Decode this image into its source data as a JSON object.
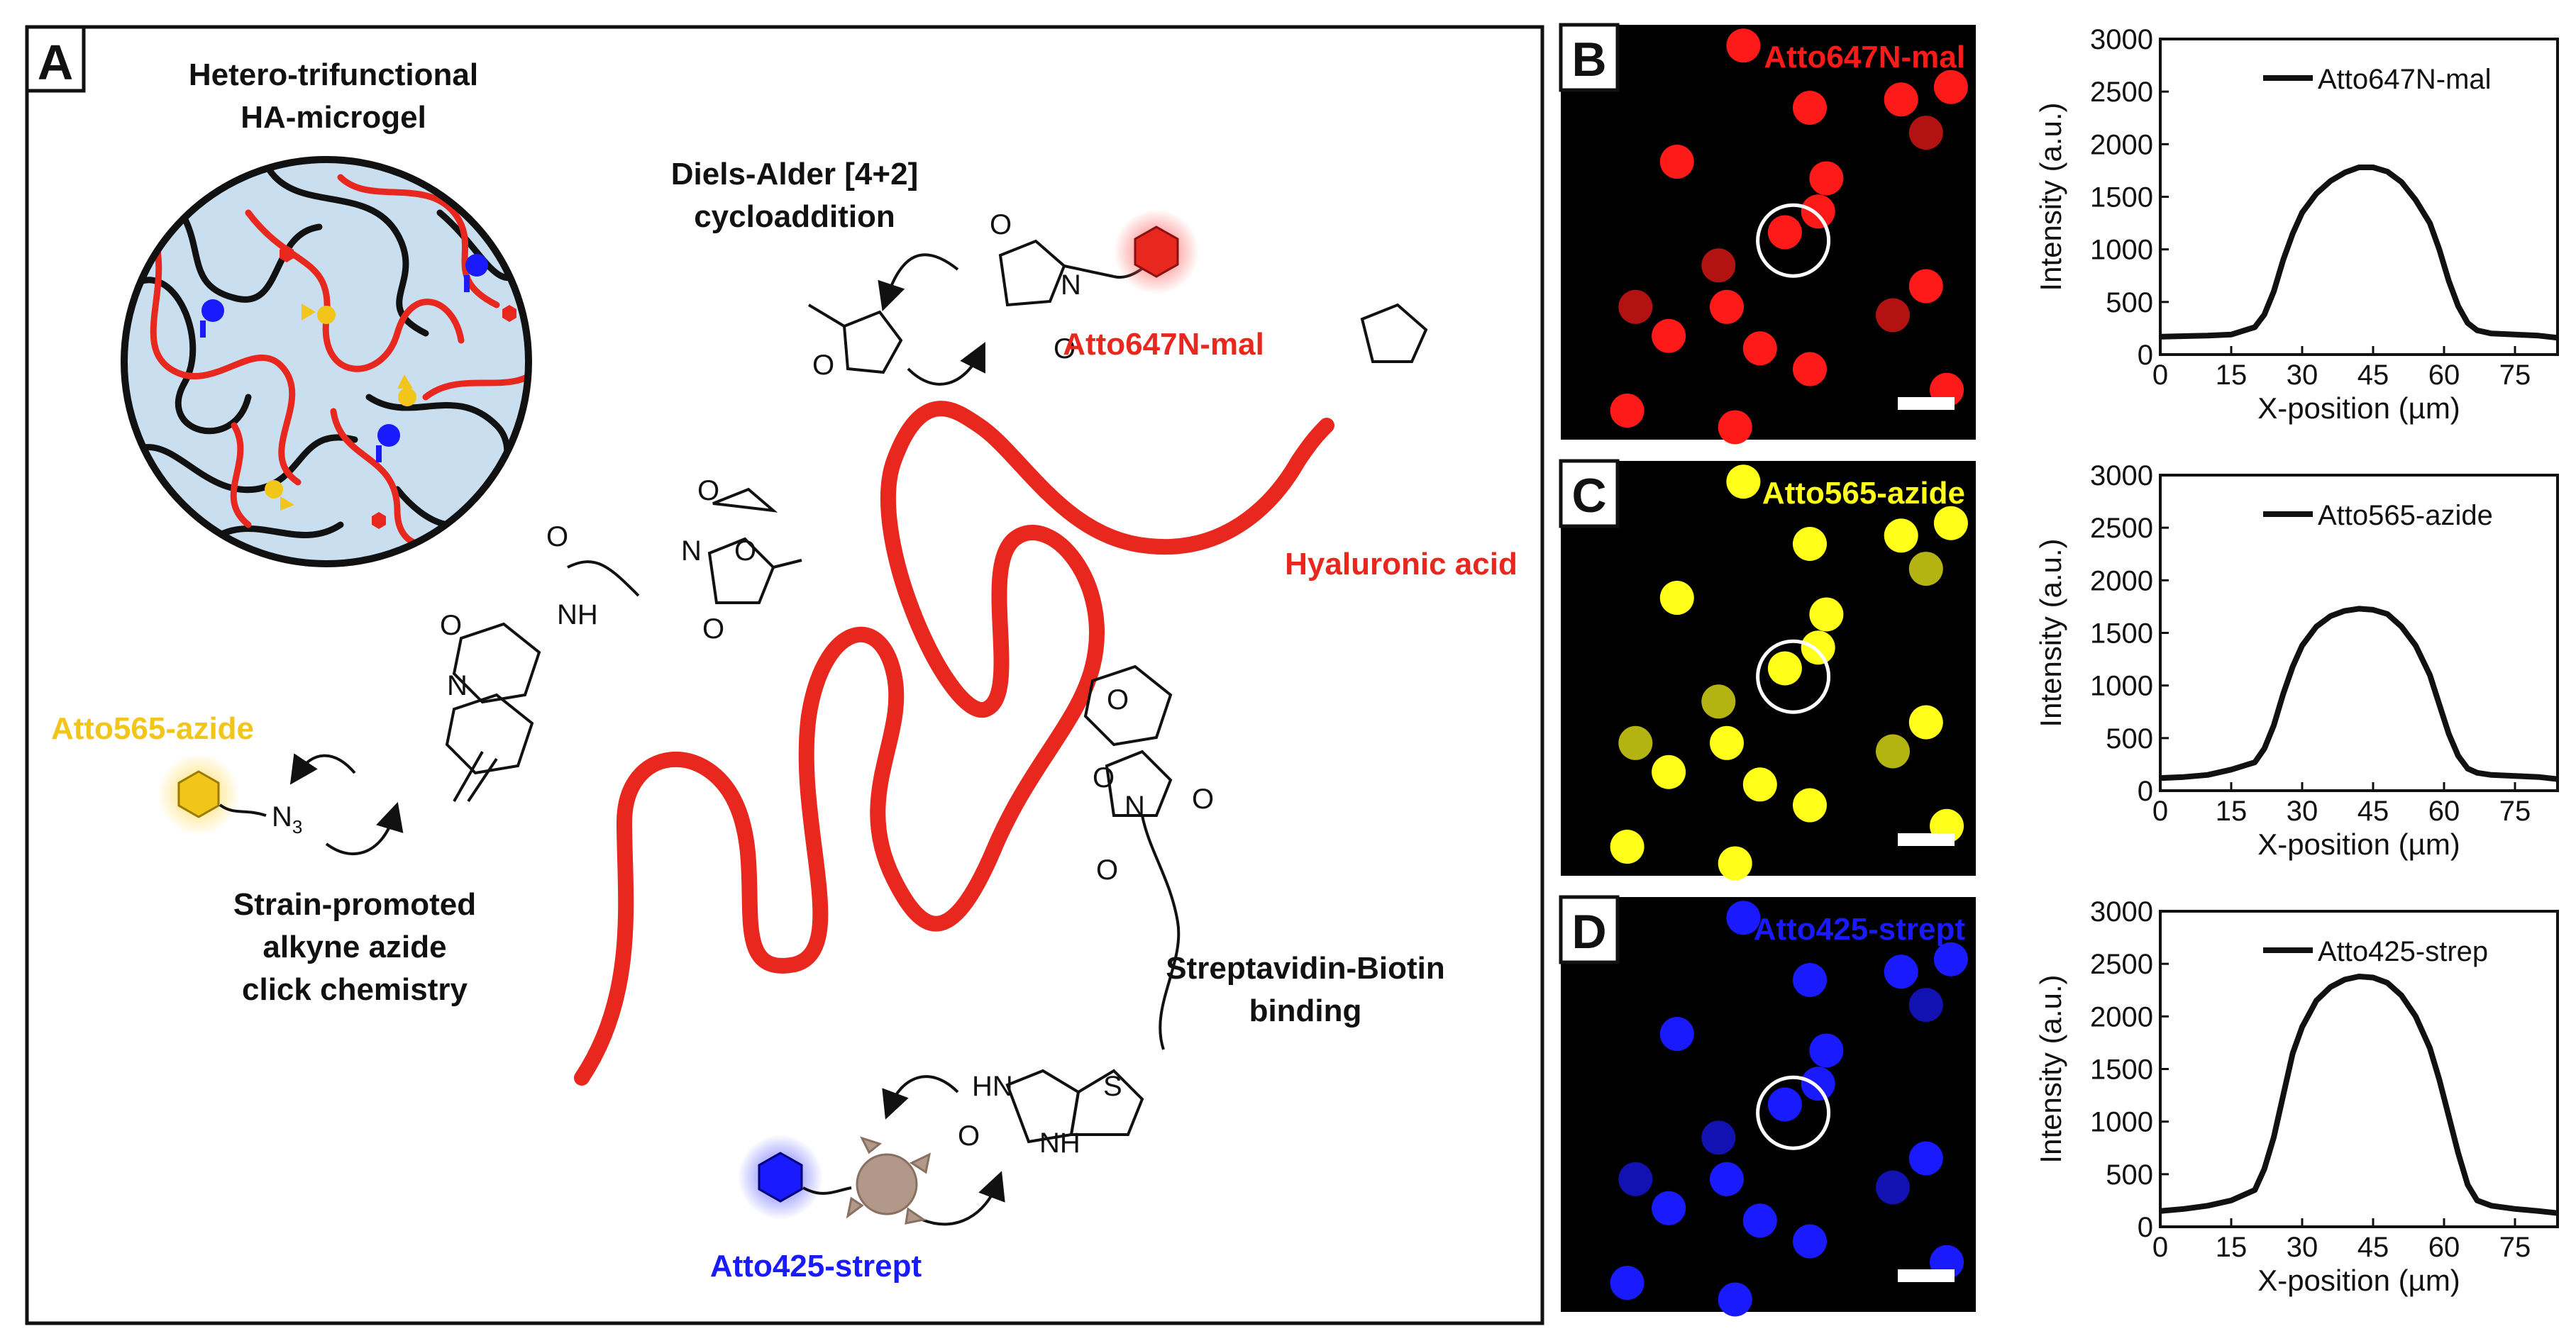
{
  "panel_a": {
    "letter": "A",
    "title_line1": "Hetero-trifunctional",
    "title_line2": "HA-microgel",
    "diels_line1": "Diels-Alder [4+2]",
    "diels_line2": "cycloaddition",
    "atto647_label": "Atto647N-mal",
    "hyaluronic_label": "Hyaluronic acid",
    "atto565_label": "Atto565-azide",
    "azide_label": "N",
    "azide_sub": "3",
    "strain_line1": "Strain-promoted",
    "strain_line2": "alkyne azide",
    "strain_line3": "click chemistry",
    "strep_line1": "Streptavidin-Biotin",
    "strep_line2": "binding",
    "atto425_label": "Atto425-strept",
    "atom_o": "O",
    "atom_n": "N",
    "atom_nh": "NH",
    "atom_hn": "HN",
    "atom_s": "S",
    "atom_h": "H",
    "colors": {
      "red": "#e8281e",
      "yellow": "#f2c51a",
      "blue": "#1a1aff",
      "strep": "#b29888",
      "gel": "#c9dff0"
    }
  },
  "images": [
    {
      "letter": "B",
      "label": "Atto647N-mal",
      "color": "#ff1a1a"
    },
    {
      "letter": "C",
      "label": "Atto565-azide",
      "color": "#ffff1a"
    },
    {
      "letter": "D",
      "label": "Atto425-strept",
      "color": "#1a1aff"
    }
  ],
  "chart_data": [
    {
      "type": "line",
      "xlabel": "X-position (µm)",
      "ylabel": "Intensity (a.u.)",
      "xlim": [
        0,
        84
      ],
      "ylim": [
        0,
        3000
      ],
      "xticks": [
        "0",
        "15",
        "30",
        "45",
        "60",
        "75"
      ],
      "yticks": [
        "0",
        "500",
        "1000",
        "1500",
        "2000",
        "2500",
        "3000"
      ],
      "legend": "Atto647N-mal",
      "legend_position": "top-right",
      "series": [
        {
          "name": "Atto647N-mal",
          "x": [
            0,
            5,
            10,
            15,
            20,
            22,
            24,
            26,
            28,
            30,
            33,
            36,
            39,
            42,
            45,
            48,
            51,
            54,
            57,
            59,
            61,
            63,
            65,
            67,
            70,
            75,
            80,
            84
          ],
          "y": [
            170,
            175,
            180,
            190,
            260,
            380,
            600,
            900,
            1150,
            1350,
            1530,
            1650,
            1730,
            1780,
            1780,
            1740,
            1640,
            1470,
            1250,
            1000,
            700,
            460,
            300,
            230,
            200,
            190,
            180,
            160
          ]
        }
      ]
    },
    {
      "type": "line",
      "xlabel": "X-position (µm)",
      "ylabel": "Intensity (a.u.)",
      "xlim": [
        0,
        84
      ],
      "ylim": [
        0,
        3000
      ],
      "xticks": [
        "0",
        "15",
        "30",
        "45",
        "60",
        "75"
      ],
      "yticks": [
        "0",
        "500",
        "1000",
        "1500",
        "2000",
        "2500",
        "3000"
      ],
      "legend": "Atto565-azide",
      "legend_position": "top-right",
      "series": [
        {
          "name": "Atto565-azide",
          "x": [
            0,
            5,
            10,
            15,
            20,
            22,
            24,
            26,
            28,
            30,
            33,
            36,
            39,
            42,
            45,
            48,
            51,
            54,
            57,
            59,
            61,
            63,
            65,
            67,
            70,
            75,
            80,
            84
          ],
          "y": [
            120,
            130,
            150,
            200,
            270,
            400,
            620,
            920,
            1180,
            1380,
            1560,
            1660,
            1710,
            1730,
            1720,
            1680,
            1560,
            1380,
            1100,
            820,
            540,
            330,
            210,
            170,
            150,
            140,
            130,
            110
          ]
        }
      ]
    },
    {
      "type": "line",
      "xlabel": "X-position (µm)",
      "ylabel": "Intensity (a.u.)",
      "xlim": [
        0,
        84
      ],
      "ylim": [
        0,
        3000
      ],
      "xticks": [
        "0",
        "15",
        "30",
        "45",
        "60",
        "75"
      ],
      "yticks": [
        "0",
        "500",
        "1000",
        "1500",
        "2000",
        "2500",
        "3000"
      ],
      "legend": "Atto425-strep",
      "legend_position": "top-right",
      "series": [
        {
          "name": "Atto425-strep",
          "x": [
            0,
            5,
            10,
            15,
            20,
            22,
            24,
            26,
            28,
            30,
            33,
            36,
            39,
            42,
            45,
            48,
            51,
            54,
            57,
            59,
            61,
            63,
            65,
            67,
            70,
            75,
            80,
            84
          ],
          "y": [
            150,
            170,
            200,
            250,
            350,
            550,
            850,
            1250,
            1650,
            1900,
            2150,
            2280,
            2350,
            2380,
            2370,
            2320,
            2200,
            2000,
            1700,
            1400,
            1050,
            700,
            400,
            250,
            200,
            170,
            150,
            130
          ]
        }
      ]
    }
  ]
}
